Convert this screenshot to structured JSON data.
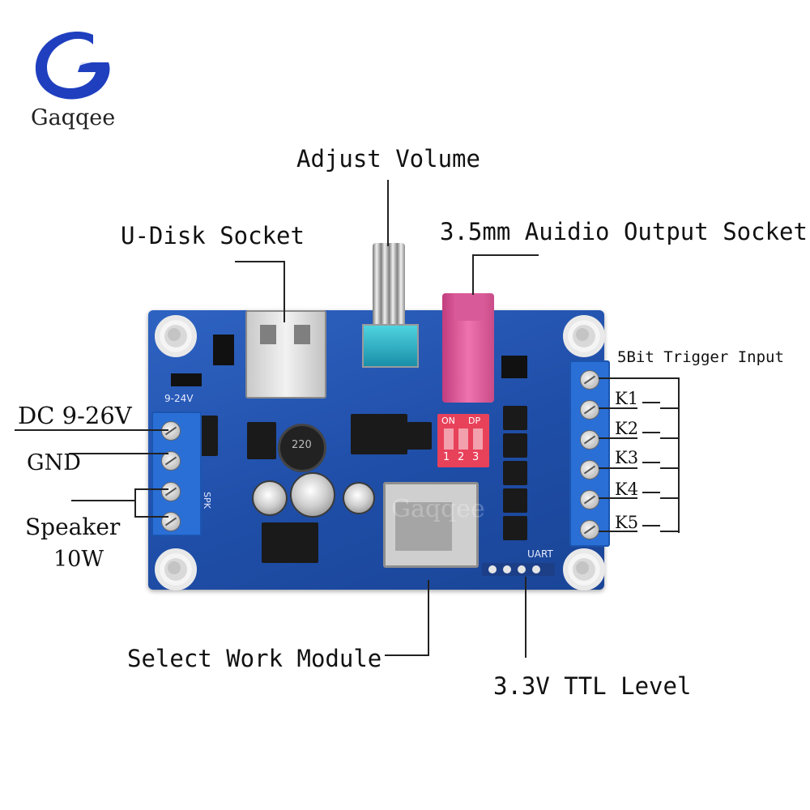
{
  "brand": {
    "name": "Gaqqee",
    "watermark": "Gaqqee"
  },
  "labels": {
    "adjust_volume": "Adjust Volume",
    "udisk_socket": "U-Disk Socket",
    "audio_socket": "3.5mm Auidio Output Socket",
    "trigger_input": "5Bit Trigger Input",
    "dc": "DC 9-26V",
    "gnd": "GND",
    "speaker": "Speaker",
    "speaker_power": "10W",
    "select_module": "Select Work Module",
    "ttl_level": "3.3V TTL Level",
    "keys": [
      "K1",
      "K2",
      "K3",
      "K4",
      "K5"
    ]
  },
  "board": {
    "silkscreen_voltage": "9-24V",
    "silkscreen_spk": "SPK",
    "silkscreen_uart": "UART",
    "dip_on": "ON",
    "dip_dp": "DP",
    "dip_numbers": [
      "1",
      "2",
      "3"
    ],
    "inductor_text": "220"
  },
  "colors": {
    "pcb": "#1f4ea8",
    "terminal": "#2a6fd6",
    "audio_jack": "#e0559a",
    "dip_switch": "#e8415a",
    "logo_blue": "#1f3fbf"
  }
}
